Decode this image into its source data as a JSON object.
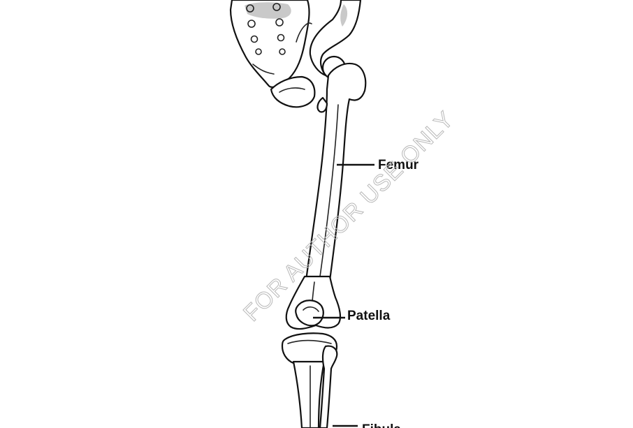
{
  "labels": {
    "femur": "Femur",
    "patella": "Patella",
    "fibula": "Fibula"
  },
  "watermark": "FOR AUTHOR USE ONLY",
  "colors": {
    "ink": "#111111",
    "shade": "#c9c9c9",
    "watermark": "#b8b8b8",
    "background": "#ffffff"
  }
}
